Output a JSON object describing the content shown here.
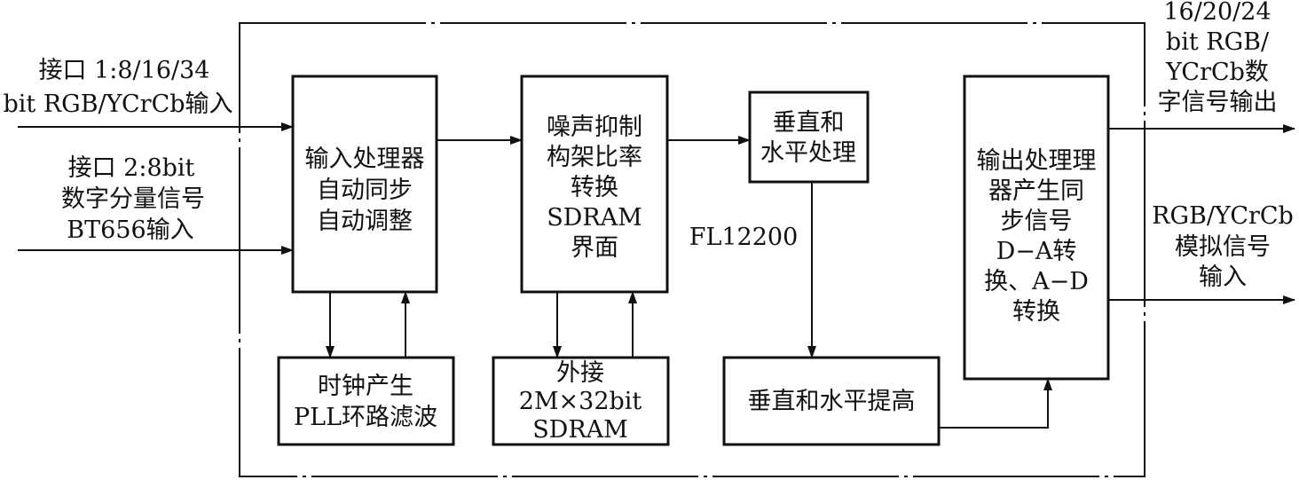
{
  "chip_name": "FL12200",
  "inputs": {
    "port1": [
      "接口 1:8/16/34",
      "bit RGB/YCrCb输入"
    ],
    "port2": [
      "接口 2:8bit",
      "数字分量信号",
      "BT656输入"
    ]
  },
  "outputs": {
    "digital": [
      "16/20/24",
      "bit RGB/",
      "YCrCb数",
      "字信号输出"
    ],
    "analog": [
      "RGB/YCrCb",
      "模拟信号",
      "输入"
    ]
  },
  "blocks": {
    "input_processor": [
      "输入处理器",
      "自动同步",
      "自动调整"
    ],
    "noise_suppression": [
      "噪声抑制",
      "构架比率",
      "转换",
      "SDRAM",
      "界面"
    ],
    "vh_processing": [
      "垂直和",
      "水平处理"
    ],
    "output_processor": [
      "输出处理理",
      "器产生同",
      "步信号",
      "D−A转",
      "换、A−D",
      "转换"
    ],
    "clock_gen": [
      "时钟产生",
      "PLL环路滤波"
    ],
    "external_sdram": [
      "外接",
      "2M×32bit",
      "SDRAM"
    ],
    "vh_enhance": [
      "垂直和水平提高"
    ]
  }
}
